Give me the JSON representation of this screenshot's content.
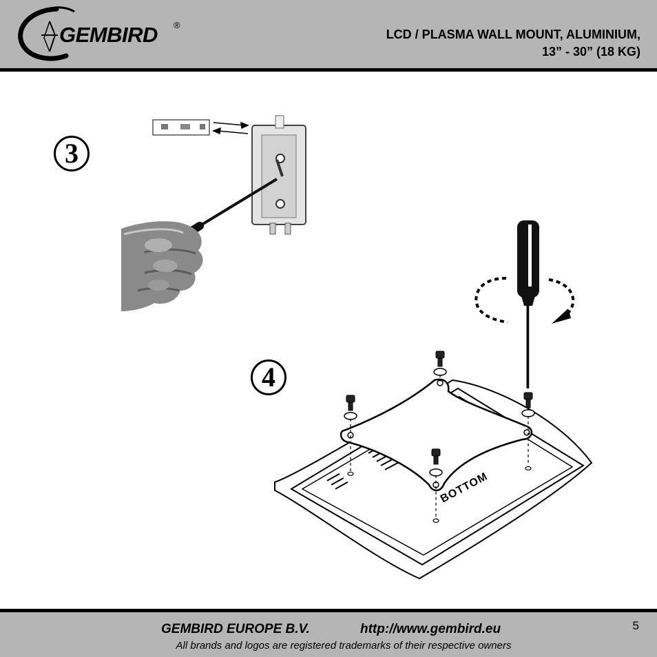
{
  "header": {
    "logo_text": "GEMBIRD",
    "logo_mark": "®",
    "title_line1": "LCD / PLASMA WALL MOUNT, ALUMINIUM,",
    "title_line2": "13” - 30” (18 KG)"
  },
  "steps": [
    {
      "number": "3",
      "illustration": "hand-screwdriver-bracket"
    },
    {
      "number": "4",
      "illustration": "vesa-plate-on-monitor-back"
    }
  ],
  "illustration_labels": {
    "monitor_label": "BOTTOM"
  },
  "footer": {
    "company": "GEMBIRD EUROPE B.V.",
    "url": "http://www.gembird.eu",
    "trademark_note": "All brands and logos are registered trademarks of their respective owners",
    "page_number": "5"
  }
}
